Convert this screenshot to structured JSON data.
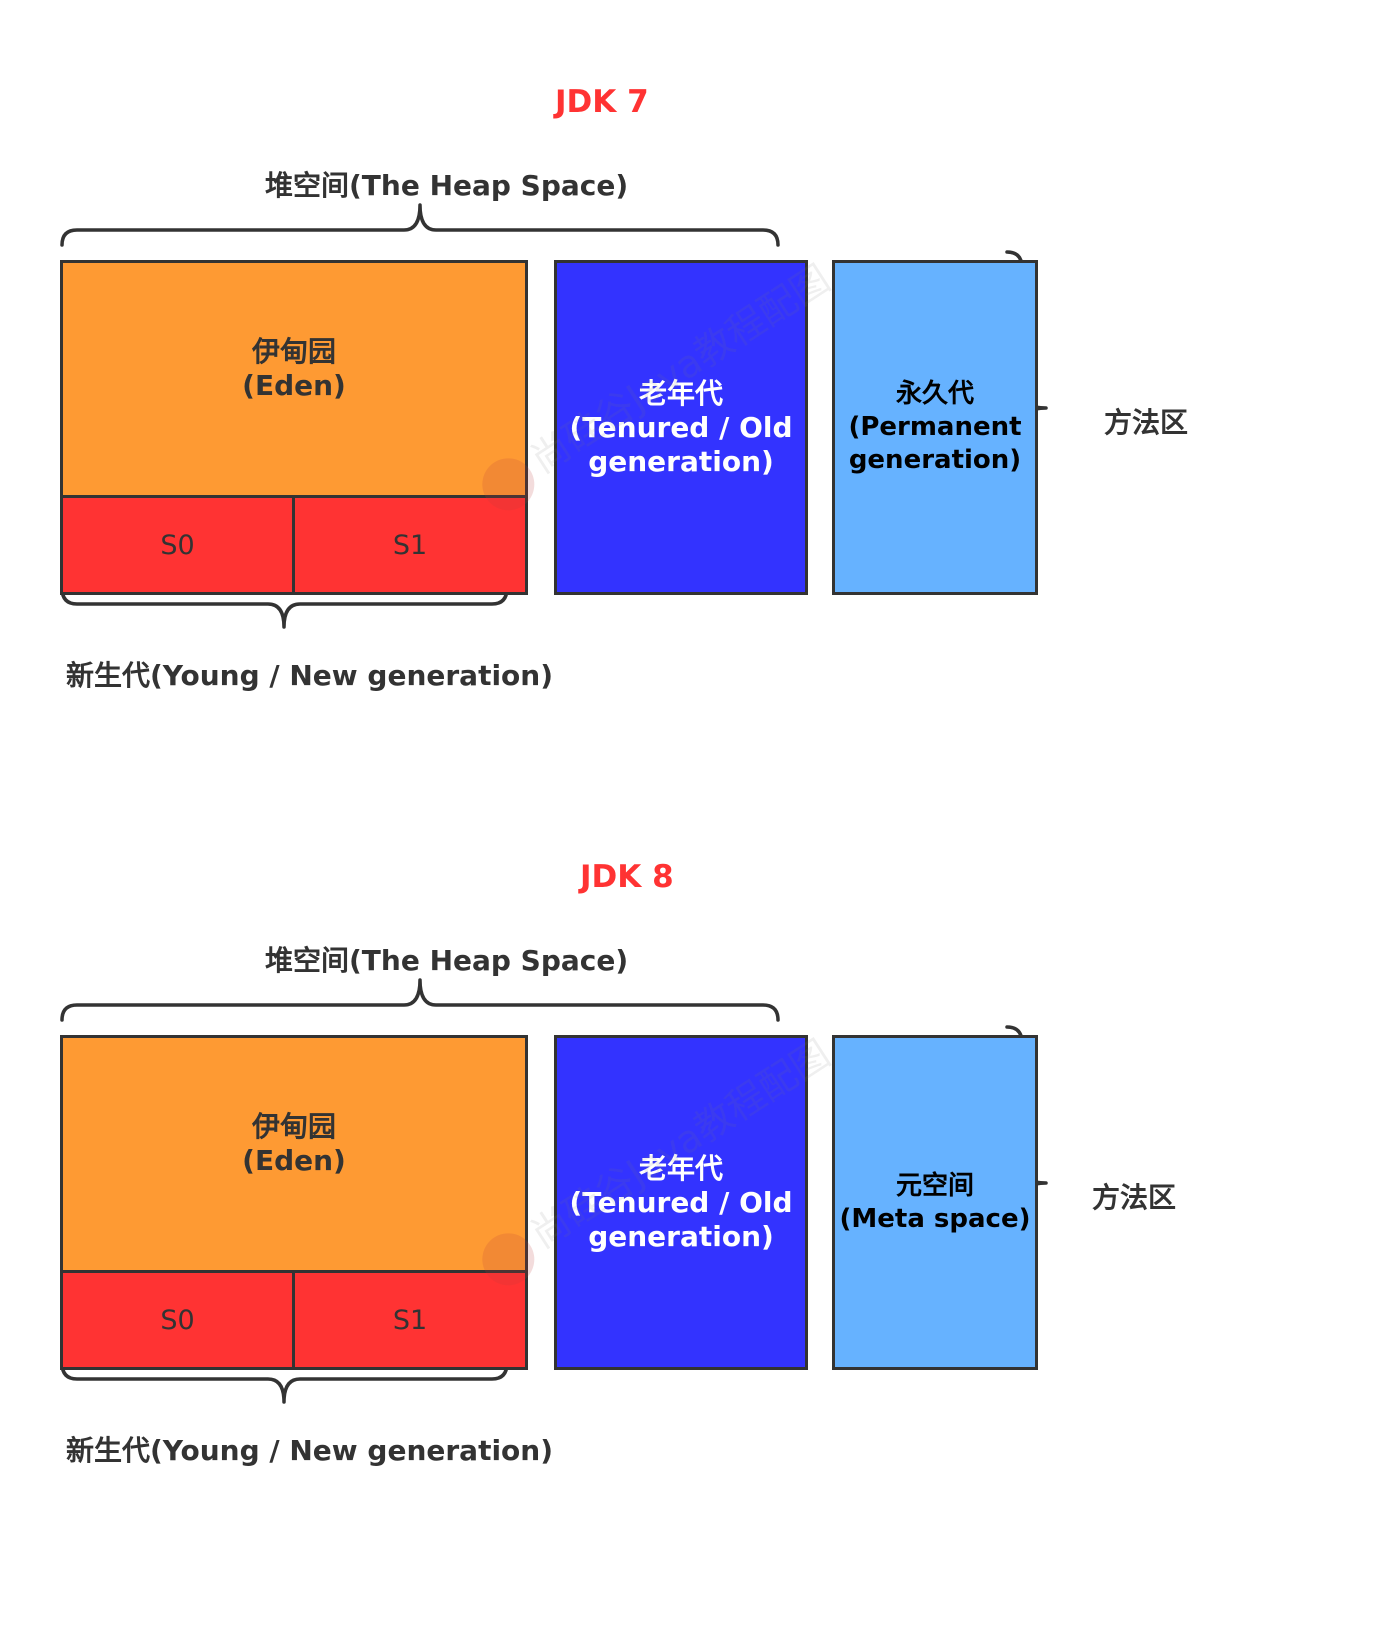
{
  "diagrams": [
    {
      "title": "JDK 7",
      "heap_label": "堆空间(The Heap Space)",
      "eden": {
        "line1": "伊甸园",
        "line2": "(Eden)"
      },
      "s0": "S0",
      "s1": "S1",
      "old": {
        "line1": "老年代",
        "line2": "(Tenured / Old",
        "line3": "generation)"
      },
      "perm": {
        "line1": "永久代",
        "line2": "(Permanent",
        "line3": "generation)"
      },
      "young_label": "新生代(Young / New generation)",
      "method_area_label": "方法区"
    },
    {
      "title": "JDK 8",
      "heap_label": "堆空间(The Heap Space)",
      "eden": {
        "line1": "伊甸园",
        "line2": "(Eden)"
      },
      "s0": "S0",
      "s1": "S1",
      "old": {
        "line1": "老年代",
        "line2": "(Tenured / Old",
        "line3": "generation)"
      },
      "perm": {
        "line1": "元空间",
        "line2": "(Meta space)",
        "line3": ""
      },
      "young_label": "新生代(Young / New generation)",
      "method_area_label": "方法区"
    }
  ],
  "watermark": "尚硅谷Java教程配图",
  "colors": {
    "title": "#ff3333",
    "eden": "#fe9a33",
    "survivor": "#ff3333",
    "old_gen": "#3333ff",
    "perm_meta": "#66b2ff",
    "outline": "#333333"
  }
}
